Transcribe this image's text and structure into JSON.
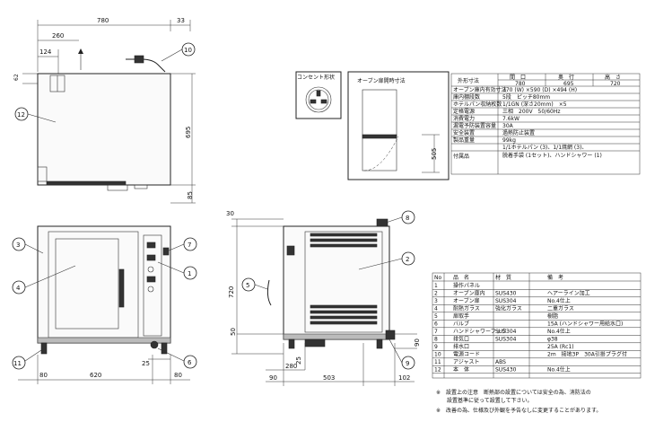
{
  "top_view": {
    "dims": {
      "d780": "780",
      "d33": "33",
      "d260": "260",
      "d124": "124",
      "d62": "62",
      "d695": "695",
      "d85": "85"
    }
  },
  "front_view": {
    "dims": {
      "d80a": "80",
      "d620": "620",
      "d80b": "80",
      "d25": "25"
    }
  },
  "side_view": {
    "dims": {
      "d30": "30",
      "d720": "720",
      "d50": "50",
      "d90": "90",
      "d280": "280",
      "d25": "25",
      "d503": "503",
      "d102": "102",
      "d90b": "90"
    }
  },
  "callouts": [
    "1",
    "2",
    "3",
    "4",
    "5",
    "6",
    "7",
    "8",
    "9",
    "10",
    "11",
    "12"
  ],
  "outlet": {
    "label": "コンセント形状"
  },
  "oven_door": {
    "label": "オーブン扉開時寸法",
    "d505": "505"
  },
  "spec_table": {
    "header": [
      "外形寸法",
      "間　口",
      "奥　行",
      "高　さ"
    ],
    "size_values": [
      "780",
      "695",
      "720"
    ],
    "rows": [
      {
        "label": "オーブン庫内有効寸法",
        "value": "370 (W) ×590 (D) ×494 (H)"
      },
      {
        "label": "庫内棚段数",
        "value": "5段　ピッチ80mm"
      },
      {
        "label": "ホテルパン収納枚数",
        "value": "1/1GN (深さ20mm)　×5"
      },
      {
        "label": "定格電源",
        "value": "三相　200V　50/60Hz"
      },
      {
        "label": "消費電力",
        "value": "7.6kW"
      },
      {
        "label": "漏電予防装置容量",
        "value": "30A"
      },
      {
        "label": "安全装置",
        "value": "過熱防止装置"
      },
      {
        "label": "製品重量",
        "value": "99kg"
      },
      {
        "label": "付属品",
        "value": "1/1ホテルパン (3)、1/1焼網 (3)、",
        "value2": "脱着手袋 (1セット)、ハンドシャワー (1)"
      }
    ]
  },
  "parts_table": {
    "header": [
      "No",
      "品　名",
      "材　質",
      "備　考"
    ],
    "rows": [
      [
        "1",
        "操作パネル",
        "",
        ""
      ],
      [
        "2",
        "オーブン庫内",
        "SUS430",
        "ヘアーライン加工"
      ],
      [
        "3",
        "オーブン扉",
        "SUS304",
        "No.4仕上"
      ],
      [
        "4",
        "耐熱ガラス",
        "強化ガラス",
        "二重ガラス"
      ],
      [
        "5",
        "扉取手",
        "",
        "樹脂"
      ],
      [
        "6",
        "バルブ",
        "",
        "15A (ハンドシャワー用給水口)"
      ],
      [
        "7",
        "ハンドシャワーフック",
        "SUS304",
        "No.4仕上"
      ],
      [
        "8",
        "排気口",
        "SUS304",
        "φ38"
      ],
      [
        "9",
        "排水口",
        "",
        "25A (Rc1)"
      ],
      [
        "10",
        "電源コード",
        "",
        "2m　接地3P　30A引掛プラグ付"
      ],
      [
        "11",
        "アジャスト",
        "ABS",
        ""
      ],
      [
        "12",
        "本　体",
        "SUS430",
        "No.4仕上"
      ]
    ]
  },
  "notes": [
    "※　設置上の注意　断熱部の設置については安全の為、消防法の",
    "　　設置基準に従って設置して下さい。",
    "※　改善の為、仕様及び外観を予告なしに変更することがあります。"
  ]
}
